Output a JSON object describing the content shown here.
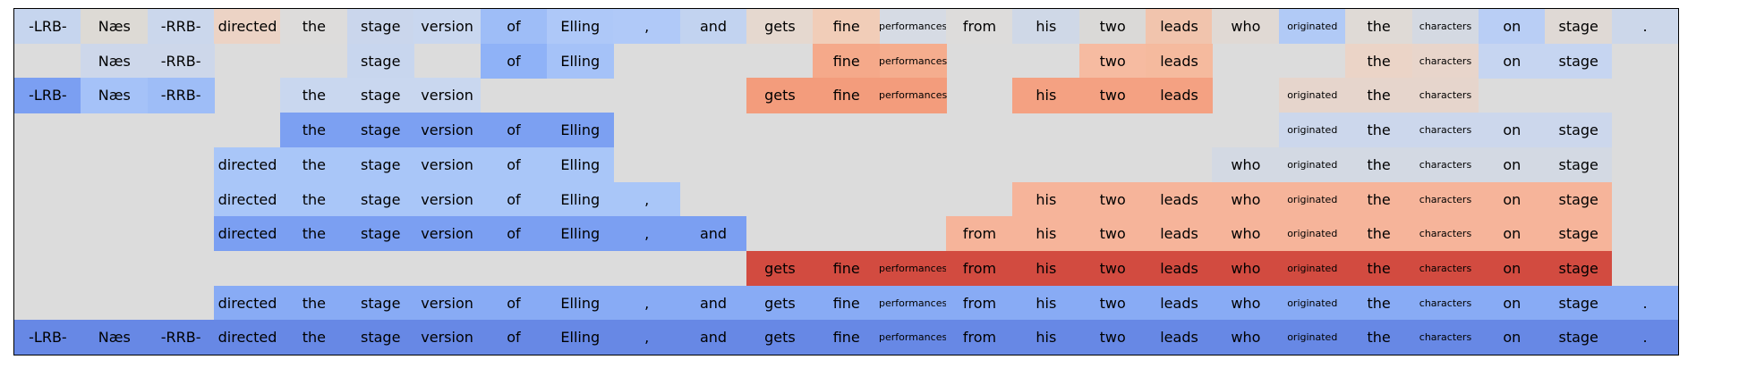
{
  "tokens": [
    "-LRB-",
    "Næs",
    "-RRB-",
    "directed",
    "the",
    "stage",
    "version",
    "of",
    "Elling",
    ",",
    "and",
    "gets",
    "fine",
    "performances",
    "from",
    "his",
    "two",
    "leads",
    "who",
    "originated",
    "the",
    "characters",
    "on",
    "stage",
    "."
  ],
  "small_tokens": [
    "performances",
    "originated",
    "characters"
  ],
  "rows": [
    {
      "cells": [
        {
          "col": 0,
          "color": "#c6d5ee"
        },
        {
          "col": 1,
          "color": "#dddad5"
        },
        {
          "col": 2,
          "color": "#cbd7ec"
        },
        {
          "col": 3,
          "color": "#ecd3c5"
        },
        {
          "col": 4,
          "color": "#dddcdb"
        },
        {
          "col": 5,
          "color": "#cad6ec"
        },
        {
          "col": 6,
          "color": "#c9d7ef"
        },
        {
          "col": 7,
          "color": "#9ebdf7"
        },
        {
          "col": 8,
          "color": "#aec8f8"
        },
        {
          "col": 9,
          "color": "#b0c9f8"
        },
        {
          "col": 10,
          "color": "#c2d3f0"
        },
        {
          "col": 11,
          "color": "#e5d8cf"
        },
        {
          "col": 12,
          "color": "#f1cdb8"
        },
        {
          "col": 13,
          "color": "#d6dbe4"
        },
        {
          "col": 14,
          "color": "#dddcdb"
        },
        {
          "col": 15,
          "color": "#cfd8e7"
        },
        {
          "col": 16,
          "color": "#dad9d7"
        },
        {
          "col": 17,
          "color": "#f1c4ad"
        },
        {
          "col": 18,
          "color": "#e0d9d4"
        },
        {
          "col": 19,
          "color": "#b1caf6"
        },
        {
          "col": 20,
          "color": "#dfdad6"
        },
        {
          "col": 21,
          "color": "#d4d9e2"
        },
        {
          "col": 22,
          "color": "#b9cef5"
        },
        {
          "col": 23,
          "color": "#dfd9d5"
        },
        {
          "col": 24,
          "color": "#ccd7ea"
        }
      ]
    },
    {
      "cells": [
        {
          "col": 1,
          "color": "#cdd7ea"
        },
        {
          "col": 2,
          "color": "#cdd7ea"
        },
        {
          "col": 5,
          "color": "#c8d6ee"
        },
        {
          "col": 7,
          "color": "#8fb2f7"
        },
        {
          "col": 8,
          "color": "#a5c2f8"
        },
        {
          "col": 12,
          "color": "#f5a98a"
        },
        {
          "col": 13,
          "color": "#f5ad8e"
        },
        {
          "col": 16,
          "color": "#f6bba1"
        },
        {
          "col": 17,
          "color": "#f5ba9e"
        },
        {
          "col": 20,
          "color": "#ebd4c7"
        },
        {
          "col": 21,
          "color": "#e8d5cb"
        },
        {
          "col": 22,
          "color": "#c6d5f1"
        },
        {
          "col": 23,
          "color": "#c6d5f1"
        }
      ]
    },
    {
      "cells": [
        {
          "col": 0,
          "color": "#7b9ff2"
        },
        {
          "col": 1,
          "color": "#a5c2f8"
        },
        {
          "col": 2,
          "color": "#9ebdf7"
        },
        {
          "col": 4,
          "color": "#c9d7ef"
        },
        {
          "col": 5,
          "color": "#c9d7ef"
        },
        {
          "col": 6,
          "color": "#c9d7ef"
        },
        {
          "col": 11,
          "color": "#f39c7c"
        },
        {
          "col": 12,
          "color": "#f39c7c"
        },
        {
          "col": 13,
          "color": "#f39c7c"
        },
        {
          "col": 15,
          "color": "#f4a182"
        },
        {
          "col": 16,
          "color": "#f4a182"
        },
        {
          "col": 17,
          "color": "#f4a182"
        },
        {
          "col": 19,
          "color": "#e6d5cc"
        },
        {
          "col": 20,
          "color": "#e6d5cc"
        },
        {
          "col": 21,
          "color": "#e6d5cc"
        }
      ]
    },
    {
      "cells": [
        {
          "col": 4,
          "color": "#7ca0f2"
        },
        {
          "col": 5,
          "color": "#7ca0f2"
        },
        {
          "col": 6,
          "color": "#7ca0f2"
        },
        {
          "col": 7,
          "color": "#7ca0f2"
        },
        {
          "col": 8,
          "color": "#7ca0f2"
        },
        {
          "col": 19,
          "color": "#ccd7ec"
        },
        {
          "col": 20,
          "color": "#ccd7ec"
        },
        {
          "col": 21,
          "color": "#ccd7ec"
        },
        {
          "col": 22,
          "color": "#ccd7ec"
        },
        {
          "col": 23,
          "color": "#ccd7ec"
        }
      ]
    },
    {
      "cells": [
        {
          "col": 3,
          "color": "#a9c6f8"
        },
        {
          "col": 4,
          "color": "#a9c6f8"
        },
        {
          "col": 5,
          "color": "#a9c6f8"
        },
        {
          "col": 6,
          "color": "#a9c6f8"
        },
        {
          "col": 7,
          "color": "#a9c6f8"
        },
        {
          "col": 8,
          "color": "#a9c6f8"
        },
        {
          "col": 18,
          "color": "#d3d9e3"
        },
        {
          "col": 19,
          "color": "#d3d9e3"
        },
        {
          "col": 20,
          "color": "#d3d9e3"
        },
        {
          "col": 21,
          "color": "#d3d9e3"
        },
        {
          "col": 22,
          "color": "#d3d9e3"
        },
        {
          "col": 23,
          "color": "#d3d9e3"
        }
      ]
    },
    {
      "cells": [
        {
          "col": 3,
          "color": "#a9c6f8"
        },
        {
          "col": 4,
          "color": "#a9c6f8"
        },
        {
          "col": 5,
          "color": "#a9c6f8"
        },
        {
          "col": 6,
          "color": "#a9c6f8"
        },
        {
          "col": 7,
          "color": "#a9c6f8"
        },
        {
          "col": 8,
          "color": "#a9c6f8"
        },
        {
          "col": 9,
          "color": "#a9c6f8"
        },
        {
          "col": 15,
          "color": "#f6b49a"
        },
        {
          "col": 16,
          "color": "#f6b49a"
        },
        {
          "col": 17,
          "color": "#f6b49a"
        },
        {
          "col": 18,
          "color": "#f6b49a"
        },
        {
          "col": 19,
          "color": "#f6b49a"
        },
        {
          "col": 20,
          "color": "#f6b49a"
        },
        {
          "col": 21,
          "color": "#f6b49a"
        },
        {
          "col": 22,
          "color": "#f6b49a"
        },
        {
          "col": 23,
          "color": "#f6b49a"
        }
      ]
    },
    {
      "cells": [
        {
          "col": 3,
          "color": "#7b9ff2"
        },
        {
          "col": 4,
          "color": "#7b9ff2"
        },
        {
          "col": 5,
          "color": "#7b9ff2"
        },
        {
          "col": 6,
          "color": "#7b9ff2"
        },
        {
          "col": 7,
          "color": "#7b9ff2"
        },
        {
          "col": 8,
          "color": "#7b9ff2"
        },
        {
          "col": 9,
          "color": "#7b9ff2"
        },
        {
          "col": 10,
          "color": "#7b9ff2"
        },
        {
          "col": 14,
          "color": "#f6b49a"
        },
        {
          "col": 15,
          "color": "#f6b49a"
        },
        {
          "col": 16,
          "color": "#f6b49a"
        },
        {
          "col": 17,
          "color": "#f6b49a"
        },
        {
          "col": 18,
          "color": "#f6b49a"
        },
        {
          "col": 19,
          "color": "#f6b49a"
        },
        {
          "col": 20,
          "color": "#f6b49a"
        },
        {
          "col": 21,
          "color": "#f6b49a"
        },
        {
          "col": 22,
          "color": "#f6b49a"
        },
        {
          "col": 23,
          "color": "#f6b49a"
        }
      ]
    },
    {
      "cells": [
        {
          "col": 11,
          "color": "#d24b40"
        },
        {
          "col": 12,
          "color": "#d24b40"
        },
        {
          "col": 13,
          "color": "#d24b40"
        },
        {
          "col": 14,
          "color": "#d24b40"
        },
        {
          "col": 15,
          "color": "#d24b40"
        },
        {
          "col": 16,
          "color": "#d24b40"
        },
        {
          "col": 17,
          "color": "#d24b40"
        },
        {
          "col": 18,
          "color": "#d24b40"
        },
        {
          "col": 19,
          "color": "#d24b40"
        },
        {
          "col": 20,
          "color": "#d24b40"
        },
        {
          "col": 21,
          "color": "#d24b40"
        },
        {
          "col": 22,
          "color": "#d24b40"
        },
        {
          "col": 23,
          "color": "#d24b40"
        }
      ]
    },
    {
      "cells": [
        {
          "col": 3,
          "color": "#88abf5"
        },
        {
          "col": 4,
          "color": "#88abf5"
        },
        {
          "col": 5,
          "color": "#88abf5"
        },
        {
          "col": 6,
          "color": "#88abf5"
        },
        {
          "col": 7,
          "color": "#88abf5"
        },
        {
          "col": 8,
          "color": "#88abf5"
        },
        {
          "col": 9,
          "color": "#88abf5"
        },
        {
          "col": 10,
          "color": "#88abf5"
        },
        {
          "col": 11,
          "color": "#88abf5"
        },
        {
          "col": 12,
          "color": "#88abf5"
        },
        {
          "col": 13,
          "color": "#88abf5"
        },
        {
          "col": 14,
          "color": "#88abf5"
        },
        {
          "col": 15,
          "color": "#88abf5"
        },
        {
          "col": 16,
          "color": "#88abf5"
        },
        {
          "col": 17,
          "color": "#88abf5"
        },
        {
          "col": 18,
          "color": "#88abf5"
        },
        {
          "col": 19,
          "color": "#88abf5"
        },
        {
          "col": 20,
          "color": "#88abf5"
        },
        {
          "col": 21,
          "color": "#88abf5"
        },
        {
          "col": 22,
          "color": "#88abf5"
        },
        {
          "col": 23,
          "color": "#88abf5"
        },
        {
          "col": 24,
          "color": "#88abf5"
        }
      ]
    },
    {
      "cells": [
        {
          "col": 0,
          "color": "#6788e5"
        },
        {
          "col": 1,
          "color": "#6788e5"
        },
        {
          "col": 2,
          "color": "#6788e5"
        },
        {
          "col": 3,
          "color": "#6788e5"
        },
        {
          "col": 4,
          "color": "#6788e5"
        },
        {
          "col": 5,
          "color": "#6788e5"
        },
        {
          "col": 6,
          "color": "#6788e5"
        },
        {
          "col": 7,
          "color": "#6788e5"
        },
        {
          "col": 8,
          "color": "#6788e5"
        },
        {
          "col": 9,
          "color": "#6788e5"
        },
        {
          "col": 10,
          "color": "#6788e5"
        },
        {
          "col": 11,
          "color": "#6788e5"
        },
        {
          "col": 12,
          "color": "#6788e5"
        },
        {
          "col": 13,
          "color": "#6788e5"
        },
        {
          "col": 14,
          "color": "#6788e5"
        },
        {
          "col": 15,
          "color": "#6788e5"
        },
        {
          "col": 16,
          "color": "#6788e5"
        },
        {
          "col": 17,
          "color": "#6788e5"
        },
        {
          "col": 18,
          "color": "#6788e5"
        },
        {
          "col": 19,
          "color": "#6788e5"
        },
        {
          "col": 20,
          "color": "#6788e5"
        },
        {
          "col": 21,
          "color": "#6788e5"
        },
        {
          "col": 22,
          "color": "#6788e5"
        },
        {
          "col": 23,
          "color": "#6788e5"
        },
        {
          "col": 24,
          "color": "#6788e5"
        }
      ]
    }
  ]
}
